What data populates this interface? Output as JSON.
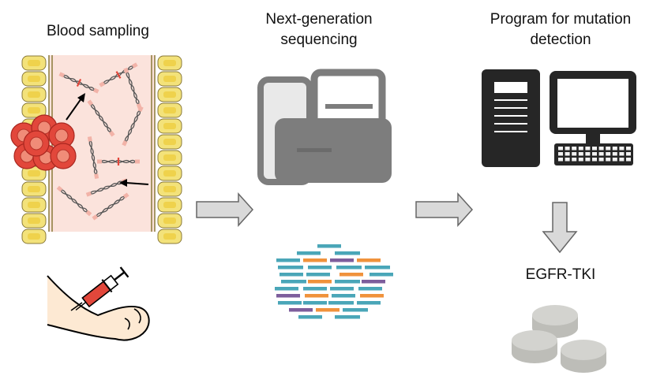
{
  "steps": [
    {
      "title_lines": [
        "Blood sampling"
      ]
    },
    {
      "title_lines": [
        "Next-generation",
        "sequencing"
      ]
    },
    {
      "title_lines": [
        "Program for mutation",
        "detection"
      ]
    }
  ],
  "drug_label": "EGFR-TKI",
  "icons": {
    "blood_vessel": "blood-vessel-icon",
    "syringe": "syringe-arm-icon",
    "sequencer": "sequencer-machine-icon",
    "reads": "sequence-reads-icon",
    "computer": "computer-icon",
    "tablets": "tablets-icon"
  },
  "colors": {
    "vessel_bg": "#fbe3dc",
    "cell_yellow": "#f3e27a",
    "red_cell": "#e2473b",
    "machine": "#7d7d7d",
    "arrow_fill": "#d9d9d9",
    "read_teal": "#4aa6b8",
    "read_orange": "#f0923c",
    "read_purple": "#7d5e9c",
    "tablet": "#d3d3cf",
    "computer": "#262626"
  }
}
